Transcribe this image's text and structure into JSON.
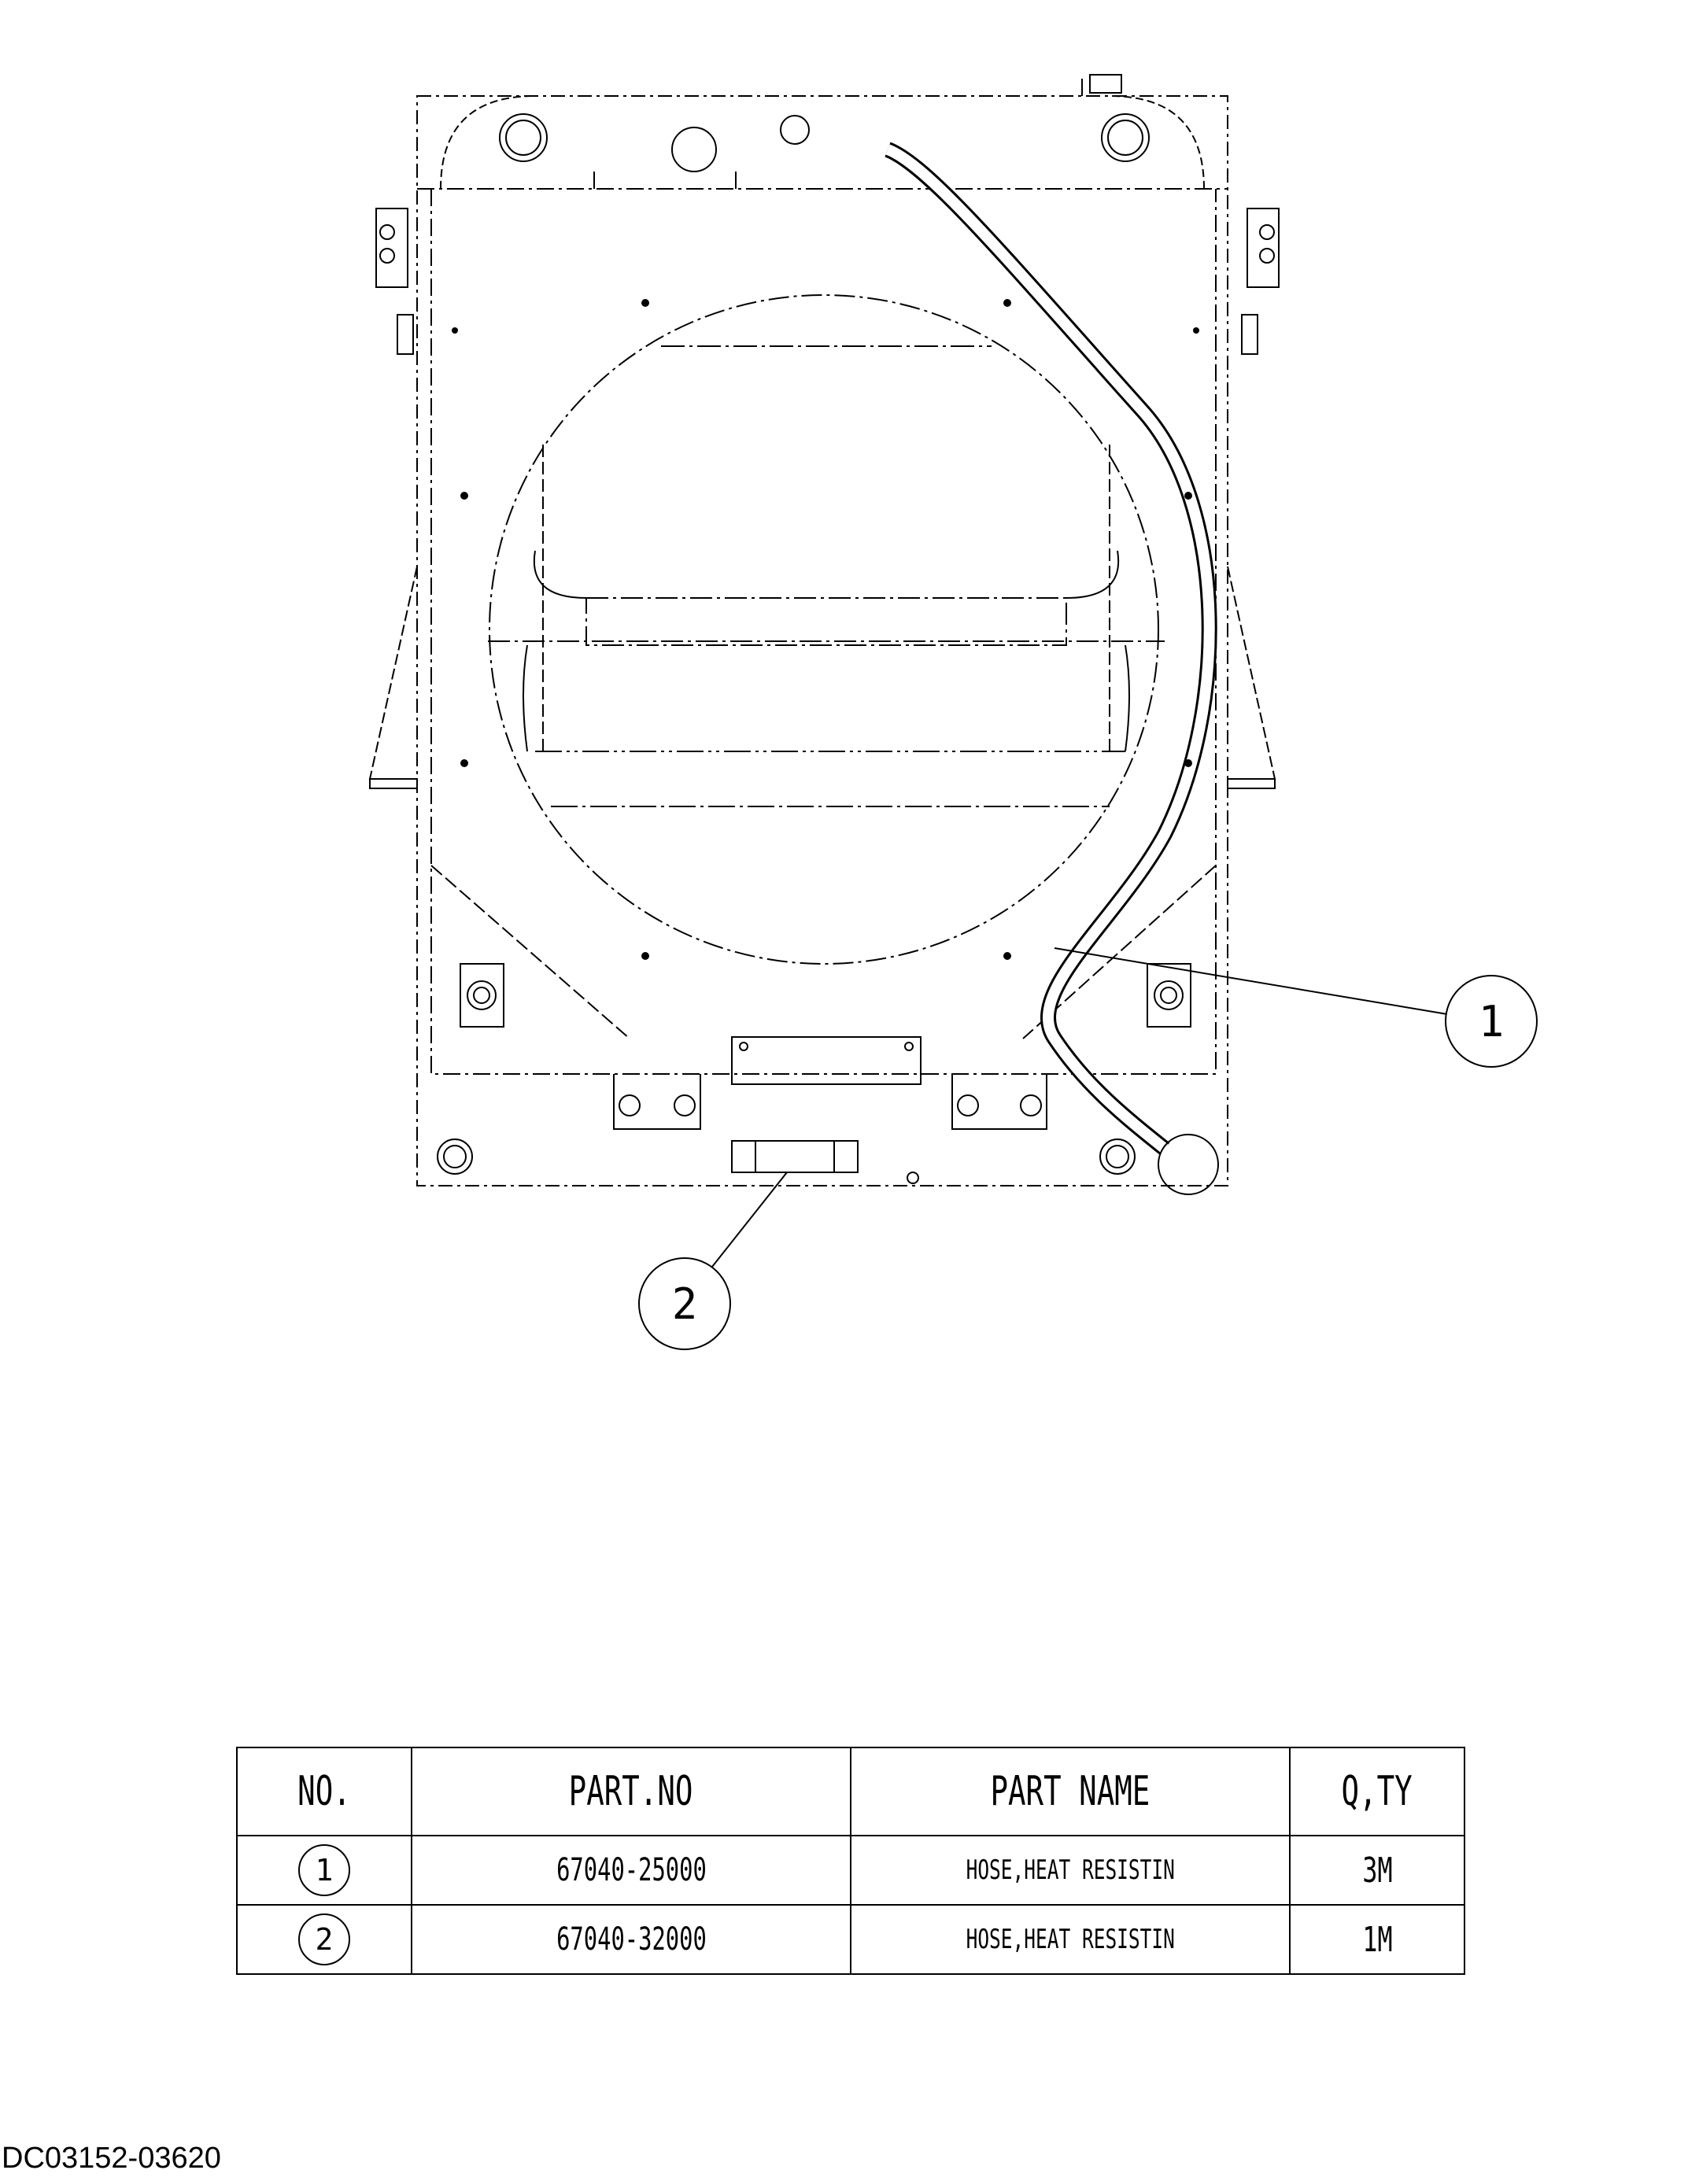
{
  "callouts": [
    {
      "label": "1"
    },
    {
      "label": "2"
    }
  ],
  "table": {
    "headers": [
      "NO.",
      "PART.NO",
      "PART NAME",
      "Q,TY"
    ],
    "rows": [
      {
        "no": "1",
        "part_no": "67040-25000",
        "part_name": "HOSE,HEAT RESISTIN",
        "qty": "3M"
      },
      {
        "no": "2",
        "part_no": "67040-32000",
        "part_name": "HOSE,HEAT RESISTIN",
        "qty": "1M"
      }
    ]
  },
  "document_code": "DC03152-03620"
}
